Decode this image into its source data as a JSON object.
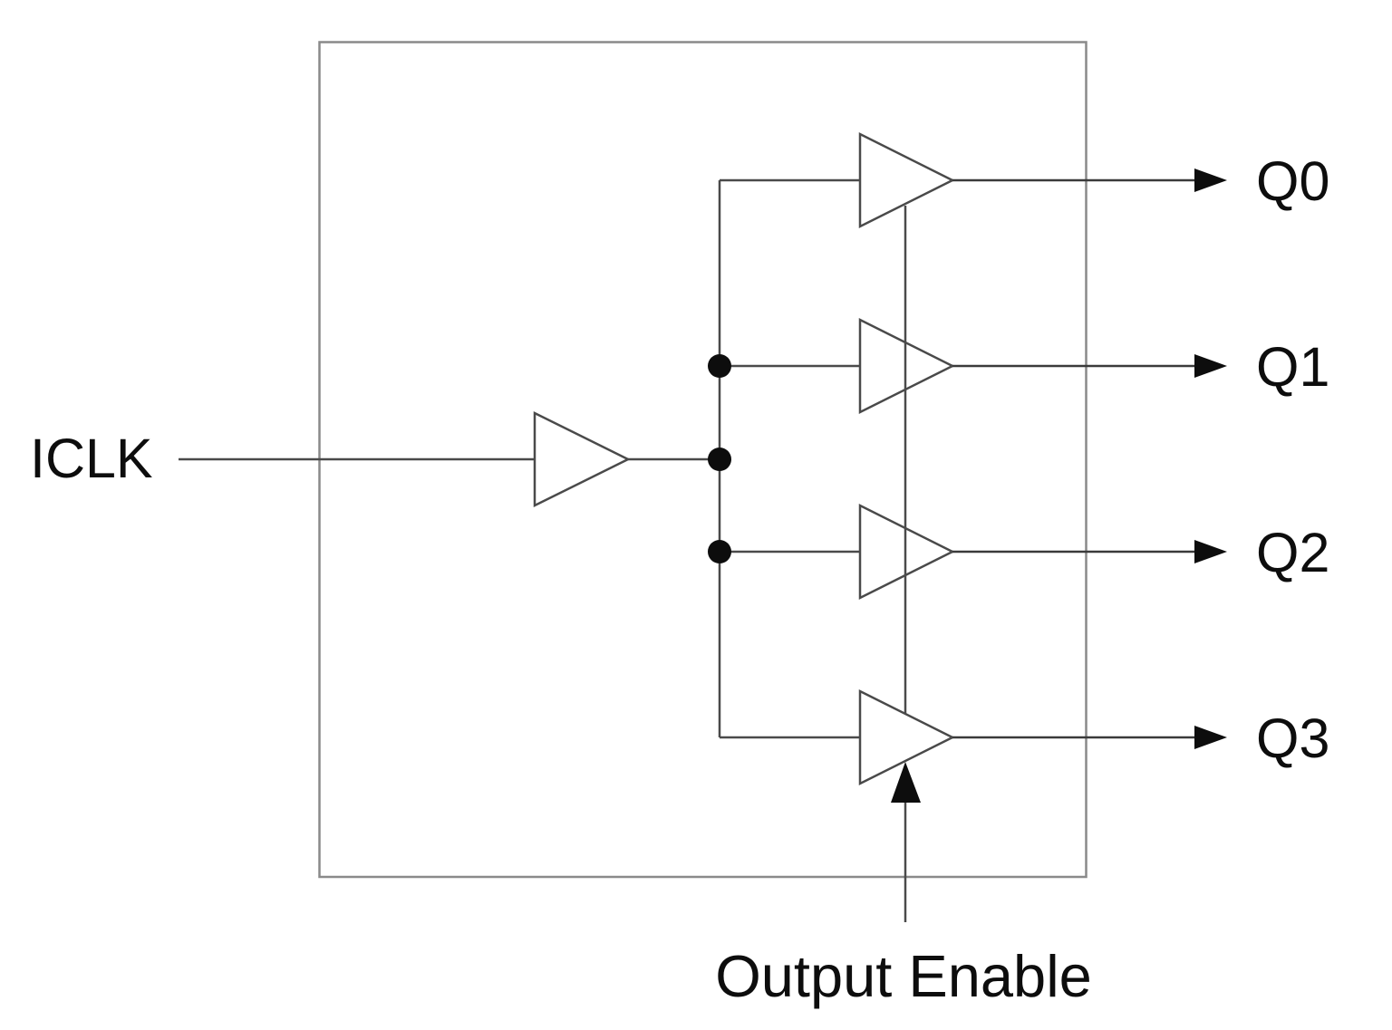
{
  "diagram": {
    "type": "circuit-block-diagram",
    "description": "Clock fanout buffer with output enable",
    "input": {
      "label": "ICLK"
    },
    "outputs": [
      {
        "label": "Q0"
      },
      {
        "label": "Q1"
      },
      {
        "label": "Q2"
      },
      {
        "label": "Q3"
      }
    ],
    "enable": {
      "label": "Output Enable"
    },
    "buffer_count": 4,
    "colors": {
      "background": "#ffffff",
      "wire": "#4a4a4a",
      "chip_border": "#8a8a8a",
      "solid": "#0d0d0d",
      "text": "#0d0d0d"
    }
  }
}
